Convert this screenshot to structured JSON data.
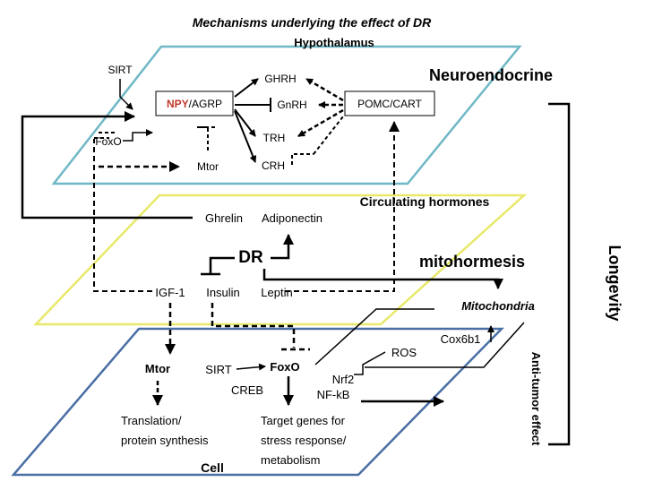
{
  "title": "Mechanisms underlying the effect of DR",
  "colors": {
    "title": "#7f7f7f",
    "hypothalamus": "#d2732a",
    "npy": "#c0392b",
    "mtor": "#e01010",
    "foxo_cell": "#e01010",
    "dr": "#5a4a8c",
    "plane_top": "#6fb8c6",
    "plane_mid": "#e8e86a",
    "plane_bottom": "#4a6fa5"
  },
  "planes": {
    "hypothalamus": "Hypothalamus",
    "neuroendocrine": "Neuroendocrine",
    "circulating": "Circulating hormones",
    "mitohormesis": "mitohormesis",
    "cell": "Cell"
  },
  "hypothalamus_nodes": {
    "sirt": "SIRT",
    "npy": "NPY",
    "agrp": "/AGRP",
    "foxo": "FoxO",
    "mtor": "Mtor",
    "ghrh": "GHRH",
    "gnrh": "GnRH",
    "trh": "TRH",
    "crh": "CRH",
    "pomc": "POMC/CART"
  },
  "hormones": {
    "ghrelin": "Ghrelin",
    "adiponectin": "Adiponectin",
    "dr": "DR",
    "igf1": "IGF-1",
    "insulin": "Insulin",
    "leptin": "Leptin"
  },
  "cell_nodes": {
    "mitochondria": "Mitochondria",
    "ros": "ROS",
    "cox": "Cox6b1",
    "mtor": "Mtor",
    "sirt": "SIRT",
    "foxo": "FoxO",
    "creb": "CREB",
    "nrf2": "Nrf2",
    "nfkb": "NF-kB",
    "translation_1": "Translation/",
    "translation_2": "protein synthesis",
    "target_1": "Target genes for",
    "target_2": "stress response/",
    "target_3": "metabolism"
  },
  "side_labels": {
    "longevity": "Longevity",
    "antitumor": "Anti-tumor effect"
  }
}
